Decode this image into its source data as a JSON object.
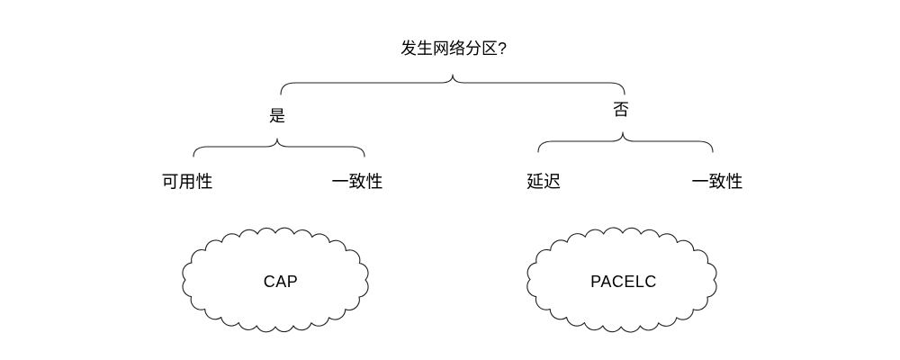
{
  "diagram": {
    "title": "发生网络分区?",
    "branches": {
      "yes": {
        "label": "是",
        "options": [
          "可用性",
          "一致性"
        ],
        "result": "CAP"
      },
      "no": {
        "label": "否",
        "options": [
          "延迟",
          "一致性"
        ],
        "result": "PACELC"
      }
    },
    "colors": {
      "line": "#222222",
      "text": "#000000",
      "background": "#ffffff"
    }
  }
}
